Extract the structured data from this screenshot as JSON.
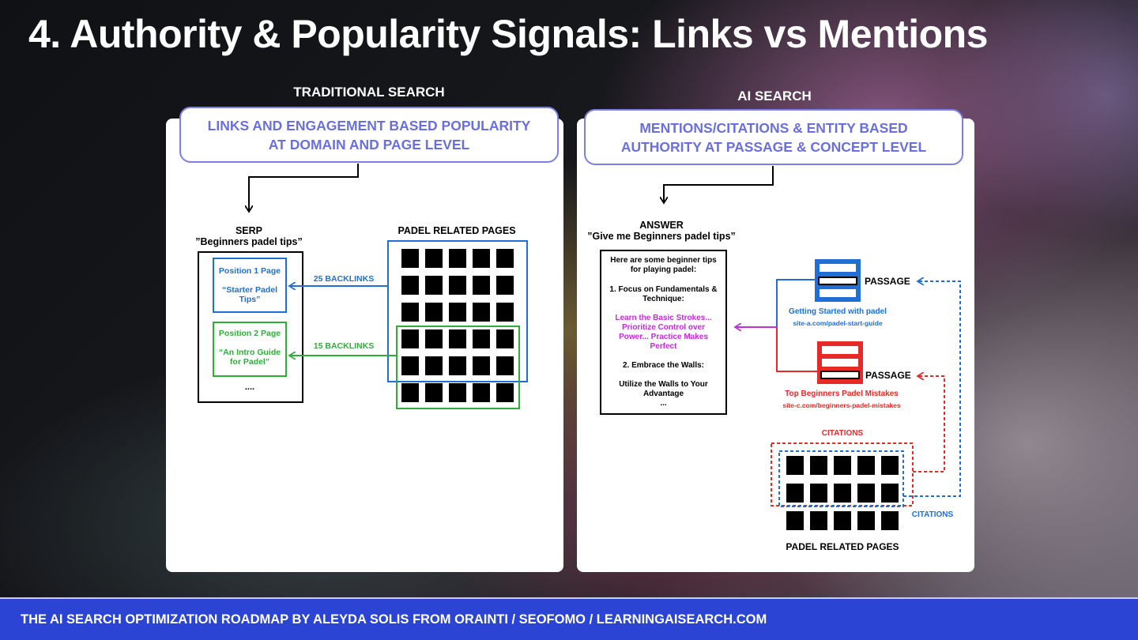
{
  "slide": {
    "title": "4. Authority & Popularity Signals: Links vs Mentions",
    "footer": "THE AI SEARCH OPTIMIZATION ROADMAP BY ALEYDA SOLIS FROM ORAINTI / SEOFOMO / LEARNINGAISEARCH.COM"
  },
  "traditional": {
    "heading": "TRADITIONAL SEARCH",
    "callout": [
      "LINKS AND ENGAGEMENT BASED POPULARITY",
      "AT DOMAIN AND PAGE LEVEL"
    ],
    "serp_title": "SERP",
    "serp_query": "”Beginners padel tips”",
    "pages_title": "PADEL RELATED PAGES",
    "position1": {
      "label": "Position 1 Page",
      "title": [
        "“Starter Padel",
        "Tips”"
      ]
    },
    "position2": {
      "label": "Position 2 Page",
      "title": [
        "“An Intro Guide",
        "for Padel”"
      ]
    },
    "ellipsis": "....",
    "backlinks_blue": "25 BACKLINKS",
    "backlinks_green": "15 BACKLINKS"
  },
  "ai": {
    "heading": "AI SEARCH",
    "callout": [
      "MENTIONS/CITATIONS & ENTITY BASED",
      "AUTHORITY AT PASSAGE & CONCEPT LEVEL"
    ],
    "answer_title": "ANSWER",
    "answer_query": "”Give me Beginners padel tips”",
    "answer_intro": [
      "Here are some beginner tips",
      "for playing padel:"
    ],
    "answer_point1": [
      "1. Focus on Fundamentals &",
      "Technique:"
    ],
    "answer_highlight": [
      "Learn the Basic Strokes...",
      "Prioritize Control over",
      "Power... Practice Makes",
      "Perfect"
    ],
    "answer_point2": "2. Embrace the Walls:",
    "answer_point2_text": [
      "Utilize the Walls to Your",
      "Advantage"
    ],
    "answer_ellipsis": "...",
    "passage_label": "PASSAGE",
    "passage_blue": {
      "title": "Getting Started with padel",
      "url": "site-a.com/padel-start-guide"
    },
    "passage_red": {
      "title": "Top Beginners Padel Mistakes",
      "url": "site-c.com/beginners-padel-mistakes"
    },
    "citations_red": "CITATIONS",
    "citations_blue": "CITATIONS",
    "pages_title": "PADEL RELATED PAGES"
  },
  "colors": {
    "blue": "#1f6fd6",
    "green": "#2fae37",
    "red": "#e42a2a",
    "purple": "#c22ed8",
    "callout": "#6a6fe0",
    "footer": "#2b44d4"
  }
}
